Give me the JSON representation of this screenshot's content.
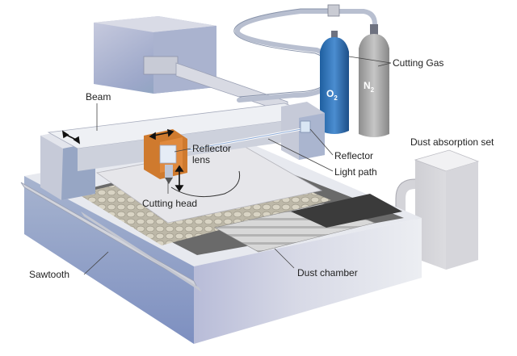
{
  "labels": {
    "cutting_gas": "Cutting Gas",
    "o2_main": "O",
    "o2_sub": "2",
    "n2_main": "N",
    "n2_sub": "2",
    "beam": "Beam",
    "reflector_lens_line1": "Reflector",
    "reflector_lens_line2": "lens",
    "reflector": "Reflector",
    "light_path": "Light path",
    "dust_absorption_set": "Dust absorption set",
    "cutting_head": "Cutting head",
    "sawtooth": "Sawtooth",
    "dust_chamber": "Dust chamber"
  }
}
